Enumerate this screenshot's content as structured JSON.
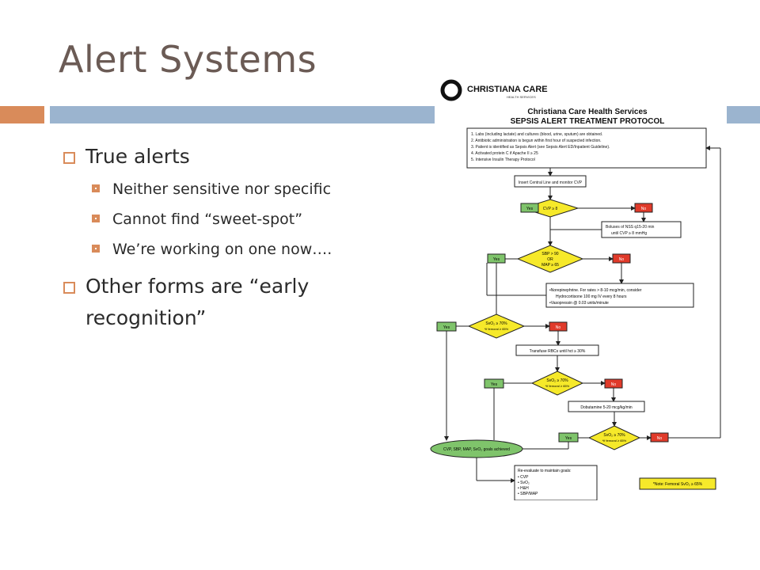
{
  "slide": {
    "title": "Alert Systems",
    "bullets": [
      {
        "text": "True alerts",
        "subs": [
          "Neither sensitive nor specific",
          "Cannot find “sweet-spot”",
          "We’re working on one now…."
        ]
      },
      {
        "text": "Other forms are “early recognition”",
        "subs": []
      }
    ]
  },
  "flowchart": {
    "logo_text": "CHRISTIANA CARE",
    "logo_sub": "HEALTH SERVICES",
    "org": "Christiana Care Health Services",
    "protocol_title": "SEPSIS ALERT TREATMENT PROTOCOL",
    "steps": [
      "1.   Labs (including lactate) and cultures (blood, urine, sputum) are obtained.",
      "2.   Antibiotic administration is begun within first hour of suspected infection.",
      "3.   Patient is identified as Sepsis Alert (see Sepsis Alert ED/Inpatient Guideline).",
      "4.   Activated protein C if Apache II ≥ 25",
      "5.   Intensive Insulin Therapy Protocol"
    ],
    "central_line": "Insert Central Line and monitor CVP",
    "cvp": "CVP ≥ 8",
    "bolus_1": "Boluses of NSS q15-20 min",
    "bolus_2": "until CVP ≥ 8 mmHg",
    "sbp_1": "SBP > 90",
    "sbp_2": "OR",
    "sbp_3": "MAP ≥ 65",
    "pressor_1": "•Norepinephrine. For rates > 8-10 mcg/min, consider",
    "pressor_2": "Hydrocortisone 100 mg IV every 8 hours",
    "pressor_3": "•Vasopressin @ 0.03 units/minute",
    "svo2_1": "SvO₂ ≥ 70%",
    "svo2_2": "*if femoral ≥ 65%",
    "transfuse": "Transfuse RBCs until hct ≥ 30%",
    "dobutamine": "Dobutamine 5-20 mcg/kg/min",
    "goals": "CVP, SBP, MAP, SvO₂ goals achieved",
    "reeval_title": "Re-evaluate to maintain goals:",
    "reeval_items": [
      "• CVP",
      "• SvO₂",
      "• H&H",
      "• SBP/MAP"
    ],
    "note": "*Note: Femoral SvO₂ ≥ 65%",
    "yes": "Yes",
    "no": "No"
  },
  "colors": {
    "accent_orange": "#d98b5a",
    "accent_blue": "#9bb4cf",
    "title_color": "#6b5b55",
    "yes_green": "#7fc46b",
    "no_red": "#e03a2a",
    "diamond_yellow": "#f6e92a"
  }
}
